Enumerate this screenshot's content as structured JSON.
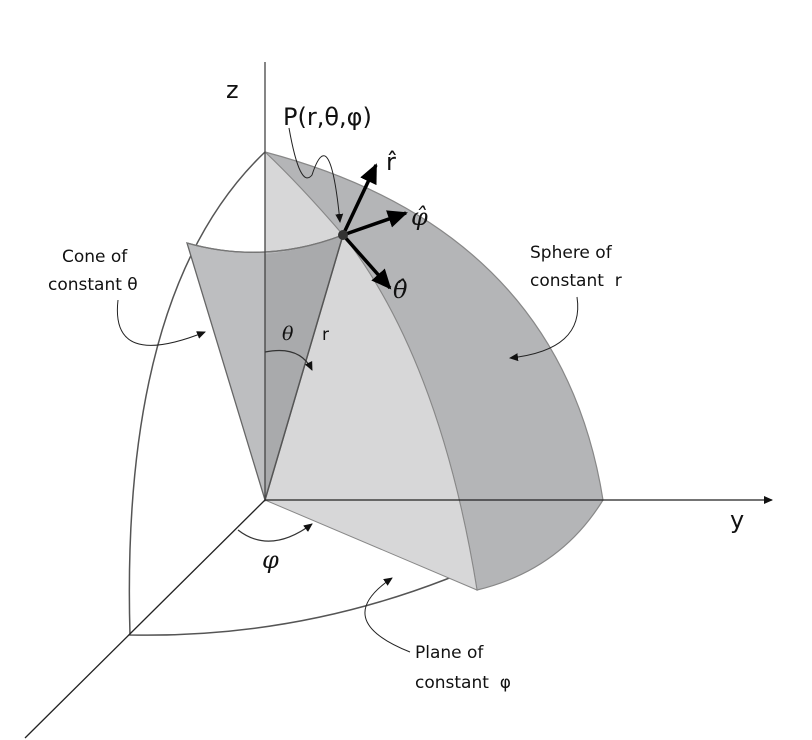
{
  "axes": {
    "z": "z",
    "y": "y"
  },
  "point_label": "P(r,θ,φ)",
  "unit_vectors": {
    "r_hat": "r̂",
    "phi_hat": "φ̂",
    "theta_hat": "θ̂"
  },
  "angles": {
    "theta": "θ",
    "phi": "φ",
    "r": "r"
  },
  "callouts": {
    "cone": [
      "Cone of",
      "constant θ"
    ],
    "sphere": [
      "Sphere of",
      "constant  r"
    ],
    "plane": [
      "Plane of",
      "constant  φ"
    ]
  },
  "colors": {
    "sphere": "#b4b5b7",
    "plane": "#d7d7d8",
    "cone": "#bdbec0",
    "cone_inner": "#a9aaac",
    "outline": "#555555"
  }
}
